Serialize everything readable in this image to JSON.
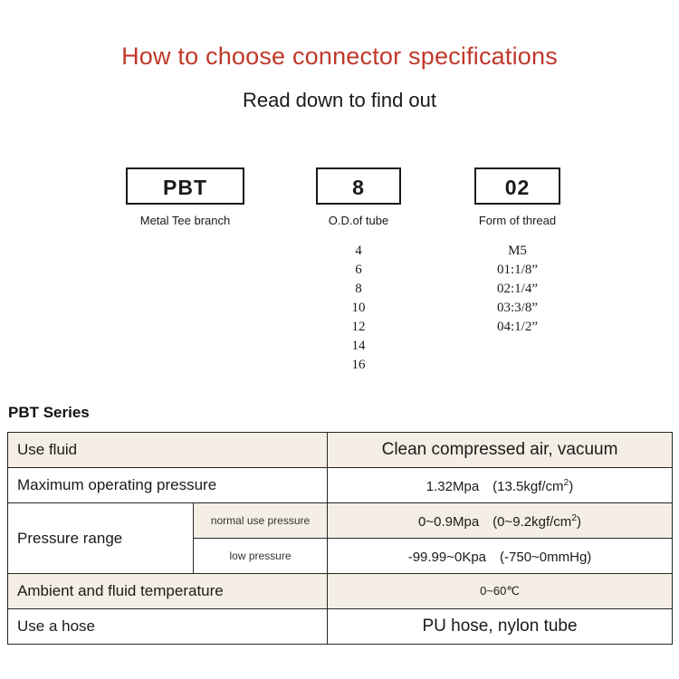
{
  "header": {
    "title": "How to choose connector specifications",
    "subtitle": "Read down to find out",
    "title_color": "#C0392B"
  },
  "code_breakdown": {
    "columns": [
      {
        "key": "series",
        "box_value": "PBT",
        "caption": "Metal Tee branch",
        "options": []
      },
      {
        "key": "od_of_tube",
        "box_value": "8",
        "caption": "O.D.of tube",
        "options": [
          "4",
          "6",
          "8",
          "10",
          "12",
          "14",
          "16"
        ]
      },
      {
        "key": "form_of_thread",
        "box_value": "02",
        "caption": "Form of thread",
        "options": [
          "M5",
          "01:1/8”",
          "02:1/4”",
          "03:3/8”",
          "04:1/2”"
        ]
      }
    ]
  },
  "spec": {
    "series_label": "PBT Series",
    "shade_color": "#F5EEE5",
    "rows": [
      {
        "label": "Use fluid",
        "value": "Clean compressed air, vacuum",
        "shaded": true
      },
      {
        "label": "Maximum operating pressure",
        "value_main": "1.32Mpa　(13.5kgf/cm",
        "value_sup": "2",
        "value_tail": ")",
        "shaded": false
      },
      {
        "label": "Pressure range",
        "sub_rows": [
          {
            "sublabel": "normal use pressure",
            "value_main": "0~0.9Mpa　(0~9.2kgf/cm",
            "value_sup": "2",
            "value_tail": ")",
            "shaded": true
          },
          {
            "sublabel": "low pressure",
            "value_main": "-99.99~0Kpa　(-750~0mmHg)",
            "shaded": false
          }
        ]
      },
      {
        "label": "Ambient and fluid temperature",
        "value": "0~60℃",
        "shaded": true
      },
      {
        "label": "Use a hose",
        "value": "PU hose, nylon tube",
        "shaded": false
      }
    ]
  }
}
